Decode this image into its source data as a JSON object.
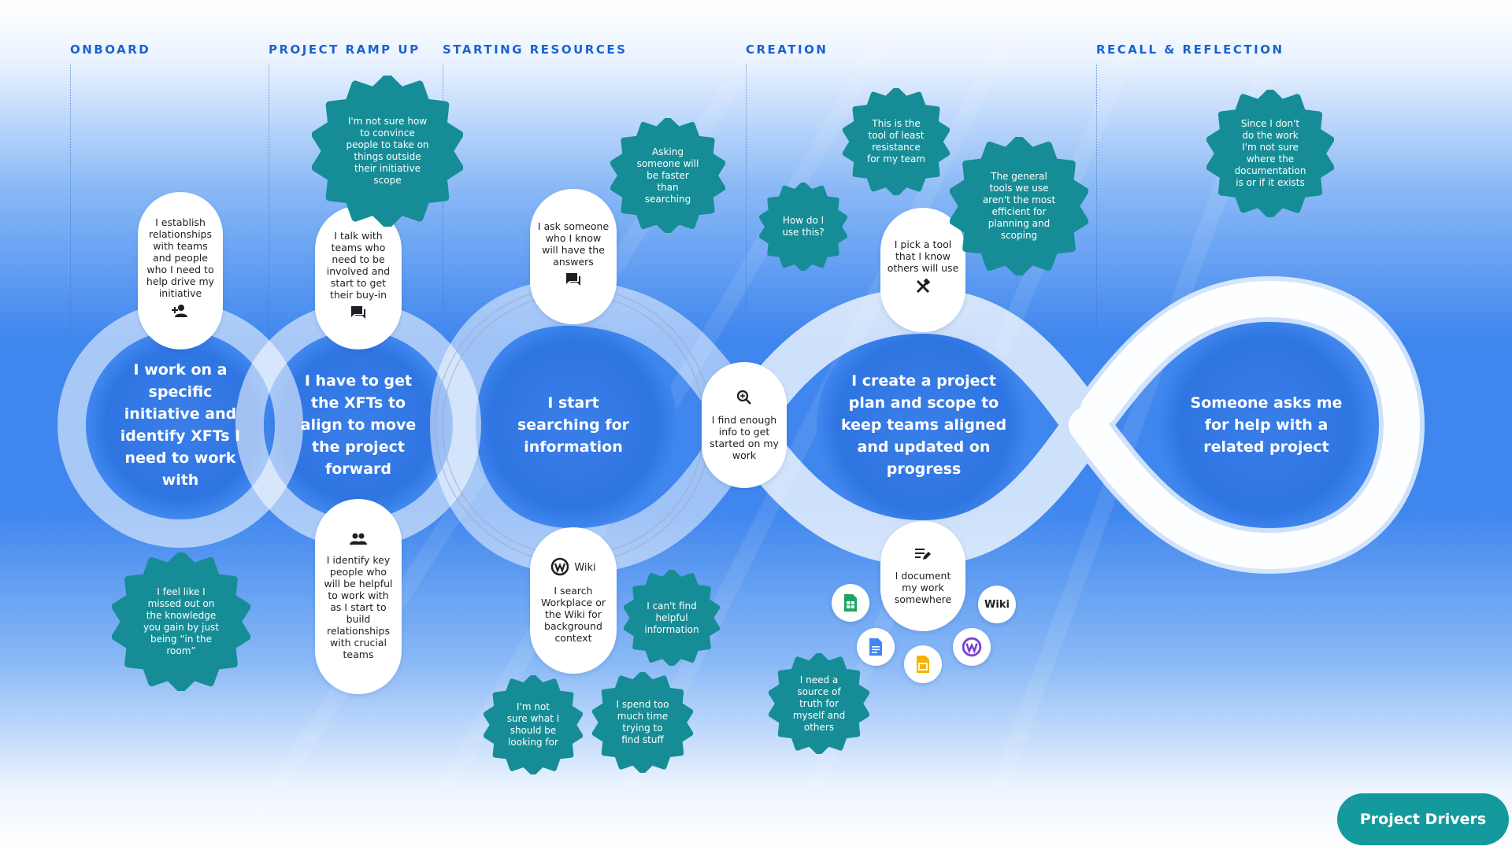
{
  "stages": [
    {
      "label": "ONBOARD"
    },
    {
      "label": "PROJECT RAMP UP"
    },
    {
      "label": "STARTING RESOURCES"
    },
    {
      "label": "CREATION"
    },
    {
      "label": "RECALL & REFLECTION"
    }
  ],
  "main_statements": [
    {
      "text": "I work on a specific initiative and identify XFTs I need to work with"
    },
    {
      "text": "I have to get the XFTs to align to move the project forward"
    },
    {
      "text": "I start searching for information"
    },
    {
      "text": "I create a project plan and scope to keep teams aligned and updated on progress"
    },
    {
      "text": "Someone asks me for help with a related project"
    }
  ],
  "actions": [
    {
      "text": "I establish relationships with teams and people who I need to help drive my initiative",
      "icon": "add-person-icon"
    },
    {
      "text": "I talk with teams who need to be involved and start to get their buy-in",
      "icon": "chat-icon"
    },
    {
      "text": "I identify key people who will be helpful to work with as I start to build relationships with crucial teams",
      "icon": "people-icon"
    },
    {
      "text": "I ask someone who I know will have the answers",
      "icon": "chat-icon"
    },
    {
      "text": "I search Workplace or the Wiki for background context",
      "icon": "workplace-icon",
      "tag": "Wiki"
    },
    {
      "text": "I find enough info to get started on my work",
      "icon": "magnify-icon"
    },
    {
      "text": "I pick a tool that I know others will use",
      "icon": "tools-icon"
    },
    {
      "text": "I document my work somewhere",
      "icon": "edit-list-icon"
    }
  ],
  "thoughts": [
    {
      "text": "I'm not sure how to convince people to take on things outside their initiative scope"
    },
    {
      "text": "I feel like I missed out on the knowledge you gain by just being “in the room”"
    },
    {
      "text": "Asking someone will be faster than searching"
    },
    {
      "text": "I can't find helpful information"
    },
    {
      "text": "I'm not sure what I should be looking for"
    },
    {
      "text": "I spend too much time trying to find stuff"
    },
    {
      "text": "How do I use this?"
    },
    {
      "text": "This is the tool of least resistance for my team"
    },
    {
      "text": "The general tools we use aren't the most efficient for planning and scoping"
    },
    {
      "text": "I need a source of truth for myself and others"
    },
    {
      "text": "Since I don't do the work I'm not sure where the documentation is or if it exists"
    }
  ],
  "tools": [
    {
      "icon": "sheets-icon"
    },
    {
      "icon": "docs-icon"
    },
    {
      "icon": "slides-icon"
    },
    {
      "icon": "workplace-icon"
    },
    {
      "label": "Wiki"
    }
  ],
  "cta": {
    "label": "Project Drivers"
  },
  "colors": {
    "brand_blue": "#1a63cf",
    "background_blue": "#3d86ee",
    "burst_teal": "#168d96",
    "cta_teal": "#149a9c"
  }
}
